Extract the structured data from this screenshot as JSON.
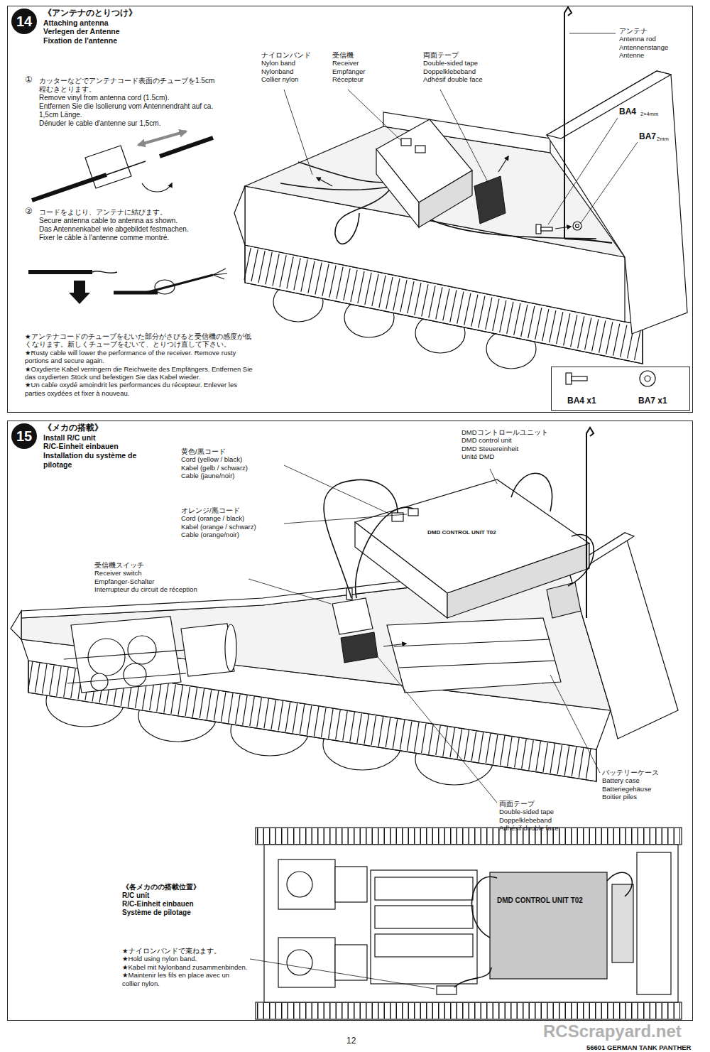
{
  "diagram": {
    "nodes": [
      {
        "text": [
          "《アンテナのとりつけ》",
          "Attaching antenna",
          "Verlegen der Antenne",
          "Fixation de l'antenne"
        ]
      },
      {
        "text": [
          "14"
        ],
        "in": 0
      },
      {
        "text": [
          "BA4 x1",
          "BA7 x1"
        ],
        "in": 0
      },
      {
        "text": [
          "《メカの搭載》",
          "Install R/C unit",
          "R/C-Einheit einbauen",
          "Installation du système de pilotage"
        ]
      },
      {
        "text": [
          "15"
        ],
        "in": 3
      }
    ],
    "labels": [
      "①",
      "カッターなどでアンテナコード表面のチューブを1.5cm程むきとります。",
      "Remove vinyl from antenna cord (1.5cm).",
      "Entfernen Sie die Isolierung vom Antennendraht auf ca. 1,5cm Länge.",
      "Dénuder le cable d'antenne sur 1,5cm.",
      "②",
      "コードをよじり、アンテナに結びます。",
      "Secure antenna cable to antenna as shown.",
      "Das Antennenkabel wie abgebildet festmachen.",
      "Fixer le câble à l'antenne comme montré.",
      "★アンテナコードのチューブをむいた部分がさびると受信機の感度が低くなります。新しくチューブをむいて、とりつけ直して下さい。",
      "★Rusty cable will lower the performance of the receiver. Remove rusty portions and secure again.",
      "★Oxydierte Kabel verringern die Reichweite des Empfängers. Entfernen Sie das oxydierten Stück und befestigen Sie das Kabel wieder.",
      "★Un cable oxydé amoindrit les performances du récepteur. Enlever les parties oxydées et fixer à nouveau.",
      "ナイロンバンド",
      "Nylon band",
      "Nylonband",
      "Collier nylon",
      "受信機",
      "Receiver",
      "Empfänger",
      "Récepteur",
      "両面テープ",
      "Double-sided tape",
      "Doppelklebeband",
      "Adhésif double face",
      "アンテナ",
      "Antenna rod",
      "Antennenstange",
      "Antenne",
      "BA4",
      "2×4mm",
      "BA7",
      "2mm",
      "黄色/黒コード",
      "Cord (yellow / black)",
      "Kabel (gelb / schwarz)",
      "Cable (jaune/noir)",
      "オレンジ/黒コード",
      "Cord (orange / black)",
      "Kabel (orange / schwarz)",
      "Cable (orange/noir)",
      "受信機スイッチ",
      "Receiver switch",
      "Empfänger-Schalter",
      "Interrupteur du circuit de réception",
      "DMDコントロールユニット",
      "DMD control unit",
      "DMD Steuereinheit",
      "Unité DMD",
      "DMD CONTROL UNIT T02",
      "バッテリーケース",
      "Battery case",
      "Batteriegehäuse",
      "Boitier piles",
      "両面テープ",
      "Double-sided tape",
      "Doppelklebeband",
      "Adhésif double face",
      "《各メカのの搭載位置》",
      "R/C unit",
      "R/C-Einheit einbauen",
      "Système de pilotage",
      "★ナイロンバンドで束ねます。",
      "★Hold using nylon band.",
      "★Kabel mit Nylonband zusammenbinden.",
      "★Maintenir les fils en place avec un collier nylon.",
      "DMD CONTROL UNIT T02",
      "12",
      "56601 GERMAN TANK PANTHER",
      "RCScrapyard.net"
    ]
  }
}
